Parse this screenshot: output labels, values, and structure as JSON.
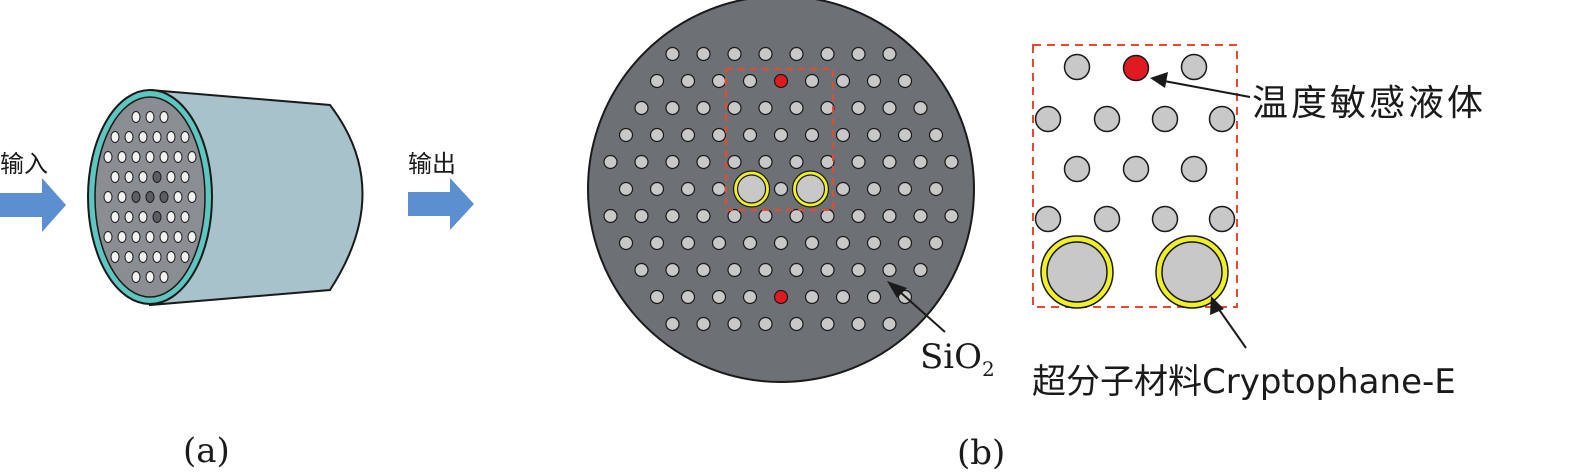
{
  "panel_a": {
    "label": "(a)",
    "input_label": "输入",
    "output_label": "输出"
  },
  "panel_b": {
    "label": "(b)",
    "material_label_base": "SiO",
    "material_label_sub": "2",
    "zoom_label_liquid": "温度敏感液体",
    "zoom_label_material": "超分子材料Cryptophane-E"
  },
  "colors": {
    "arrow_blue": "#5b8fd0",
    "cladding_dark": "#6d7075",
    "hole_fill": "#c8c8c8",
    "hole_stroke": "#1a1a1a",
    "liquid_red": "#e11a22",
    "coating_yellow": "#f0f02a",
    "dash_red": "#e8492c",
    "tube_teal": "#5ec6c1",
    "tube_body": "#a8c2cc"
  }
}
